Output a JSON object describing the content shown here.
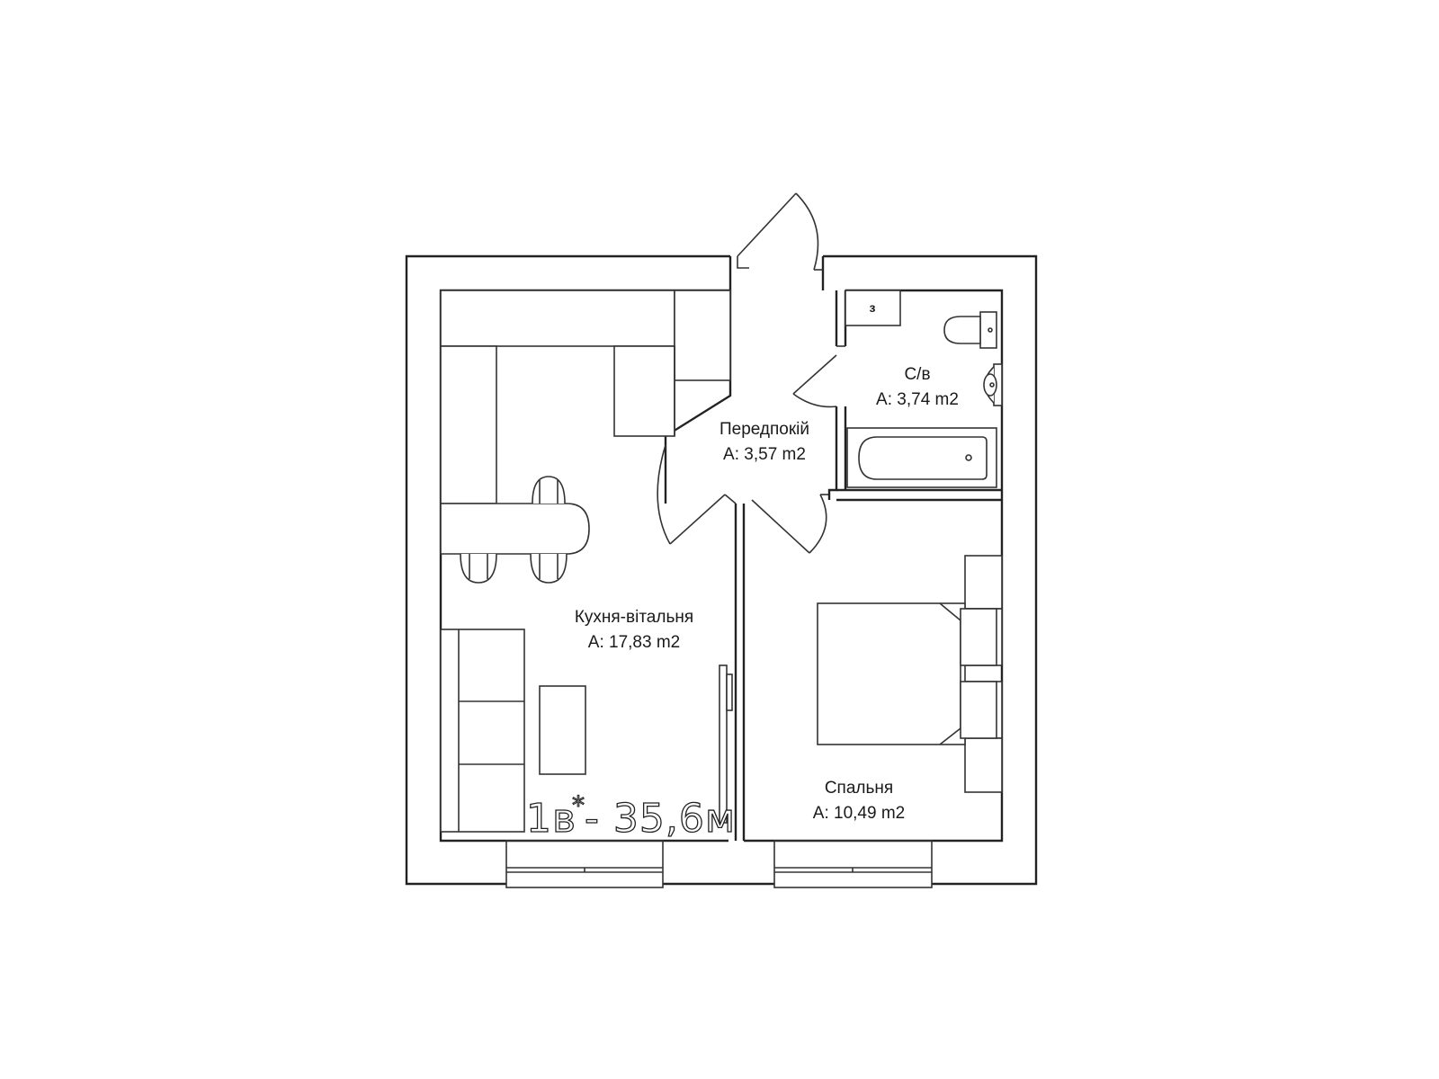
{
  "rooms": {
    "kitchen_living": {
      "name": "Кухня-вітальня",
      "area": "A: 17,83 m2"
    },
    "hallway": {
      "name": "Передпокій",
      "area": "A: 3,57 m2"
    },
    "bathroom": {
      "name": "С/в",
      "area": "A: 3,74 m2"
    },
    "bedroom": {
      "name": "Спальня",
      "area": "A: 10,49 m2"
    }
  },
  "utility_marker": "з",
  "apartment": {
    "type_prefix": "1в",
    "type_mark": "*",
    "type_suffix": " - 35,6м"
  },
  "colors": {
    "line": "#222222",
    "background": "#ffffff"
  }
}
